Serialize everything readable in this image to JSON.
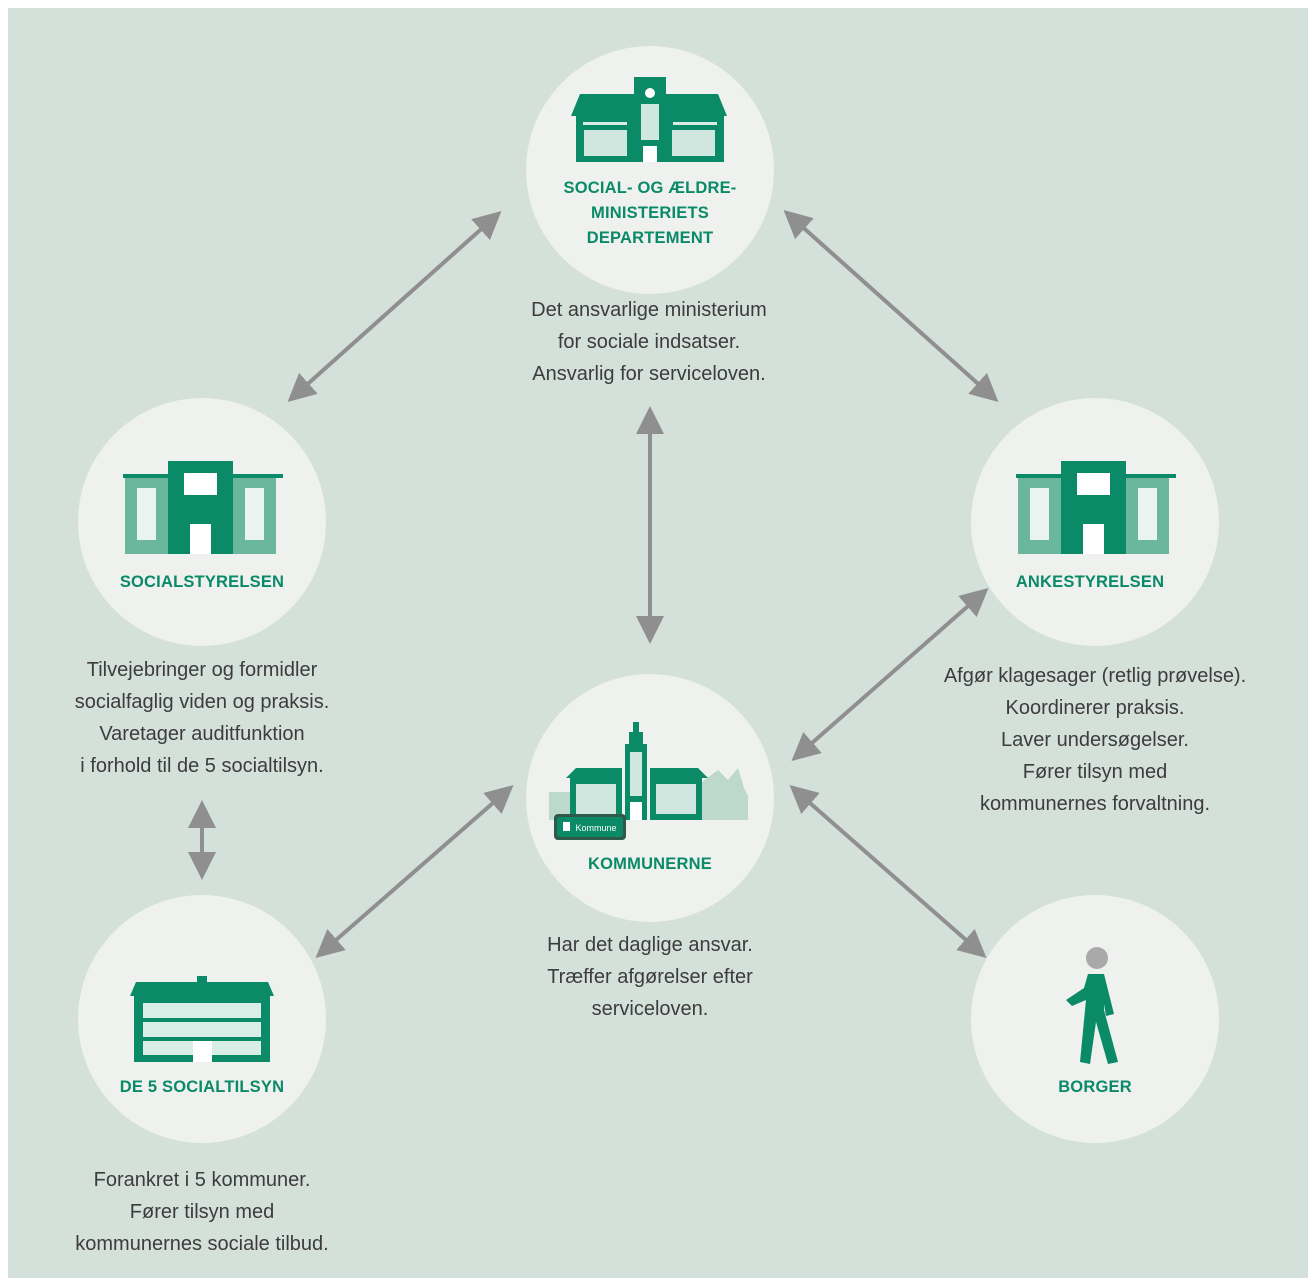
{
  "colors": {
    "background": "#d4e0da",
    "circle": "#eef1ee",
    "accent_green": "#0a8a67",
    "light_green": "#6bb79d",
    "arrow_gray": "#8f8f8f",
    "text_dark": "#3c3c3c"
  },
  "nodes": {
    "ministry": {
      "icon": "ministry-building-icon",
      "title_lines": [
        "SOCIAL- OG ÆLDRE-",
        "MINISTERIETS",
        "DEPARTEMENT"
      ],
      "desc_lines": [
        "Det ansvarlige ministerium",
        "for sociale indsatser.",
        "Ansvarlig for serviceloven."
      ]
    },
    "socialstyrelsen": {
      "icon": "agency-building-icon",
      "title_lines": [
        "SOCIALSTYRELSEN"
      ],
      "desc_lines": [
        "Tilvejebringer og formidler",
        "socialfaglig viden og praksis.",
        "Varetager auditfunktion",
        "i forhold til de 5 socialtilsyn."
      ]
    },
    "ankestyrelsen": {
      "icon": "agency-building-icon",
      "title_lines": [
        "ANKESTYRELSEN"
      ],
      "desc_lines": [
        "Afgør klagesager (retlig prøvelse).",
        "Koordinerer praksis.",
        "Laver undersøgelser.",
        "Fører tilsyn med",
        "kommunernes forvaltning."
      ]
    },
    "kommunerne": {
      "icon": "town-hall-icon",
      "sign_text": "Kommune",
      "title_lines": [
        "KOMMUNERNE"
      ],
      "desc_lines": [
        "Har det daglige ansvar.",
        "Træffer afgørelser efter",
        "serviceloven."
      ]
    },
    "socialtilsyn": {
      "icon": "office-building-icon",
      "title_lines": [
        "DE 5 SOCIALTILSYN"
      ],
      "desc_lines": [
        "Forankret i 5 kommuner.",
        "Fører tilsyn med",
        "kommunernes sociale tilbud."
      ]
    },
    "borger": {
      "icon": "citizen-person-icon",
      "title_lines": [
        "BORGER"
      ],
      "desc_lines": []
    }
  }
}
